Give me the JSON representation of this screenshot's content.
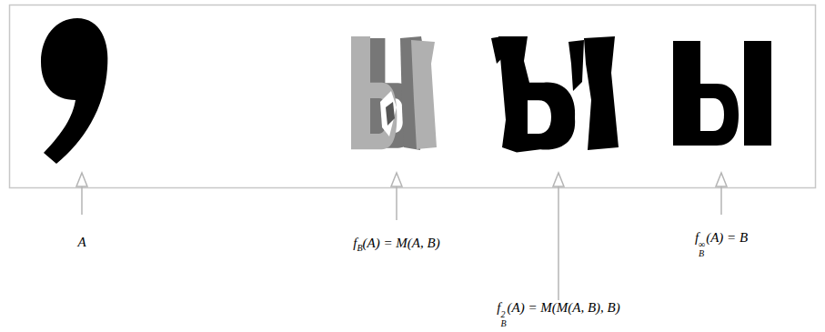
{
  "diagram": {
    "labels": [
      "A",
      "f",
      "B",
      "(A) = M(A, B)",
      "f",
      "2",
      "B",
      "(A) = M(M(A, B), B)",
      "f",
      "∞",
      "B",
      "(A) = B"
    ]
  }
}
